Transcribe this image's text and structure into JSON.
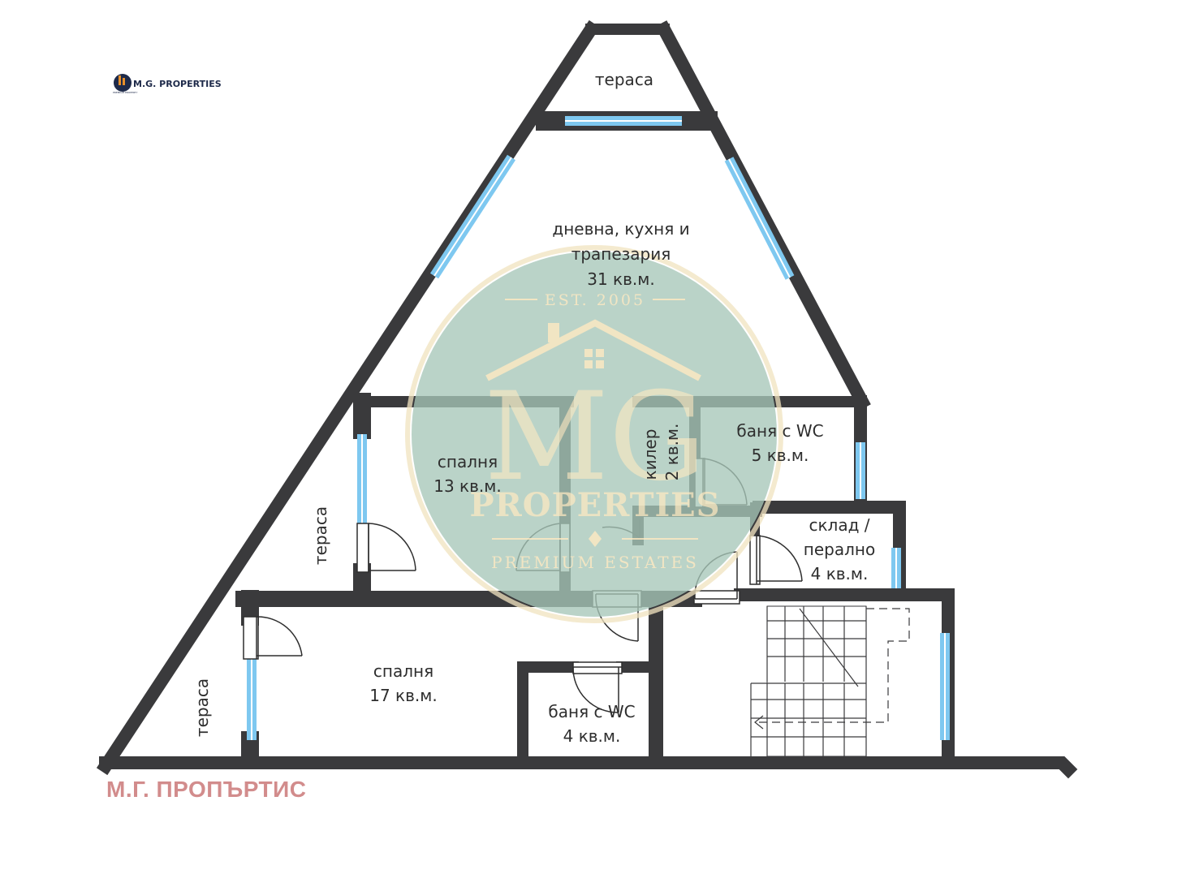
{
  "logo": {
    "text": "M.G. PROPERTIES",
    "tagline": "PREMIUM PROPERTY"
  },
  "watermark": {
    "est": "EST. 2005",
    "initials": "MG",
    "name": "PROPERTIES",
    "subtitle": "PREMIUM ESTATES"
  },
  "rooms": {
    "top_terrace": "тераса",
    "living_l1": "дневна, кухня и",
    "living_l2": "трапезария",
    "living_l3": "31 кв.м.",
    "bedroom1_l1": "спалня",
    "bedroom1_l2": "13 кв.м.",
    "pantry_l1": "килер",
    "pantry_l2": "2 кв.м.",
    "bath1_l1": "баня с WC",
    "bath1_l2": "5 кв.м.",
    "storage_l1": "склад /",
    "storage_l2": "перално",
    "storage_l3": "4 кв.м.",
    "left_terrace": "тераса",
    "bedroom2_l1": "спалня",
    "bedroom2_l2": "17 кв.м.",
    "bath2_l1": "баня с WC",
    "bath2_l2": "4 кв.м.",
    "bottom_terrace": "тераса"
  },
  "footer": "М.Г. ПРОПЪРТИС",
  "colors": {
    "wall": "#3a3a3c",
    "window": "#7ec8f0",
    "watermark_circle": "#a7c7b8",
    "watermark_gold": "#f1e4c0"
  }
}
